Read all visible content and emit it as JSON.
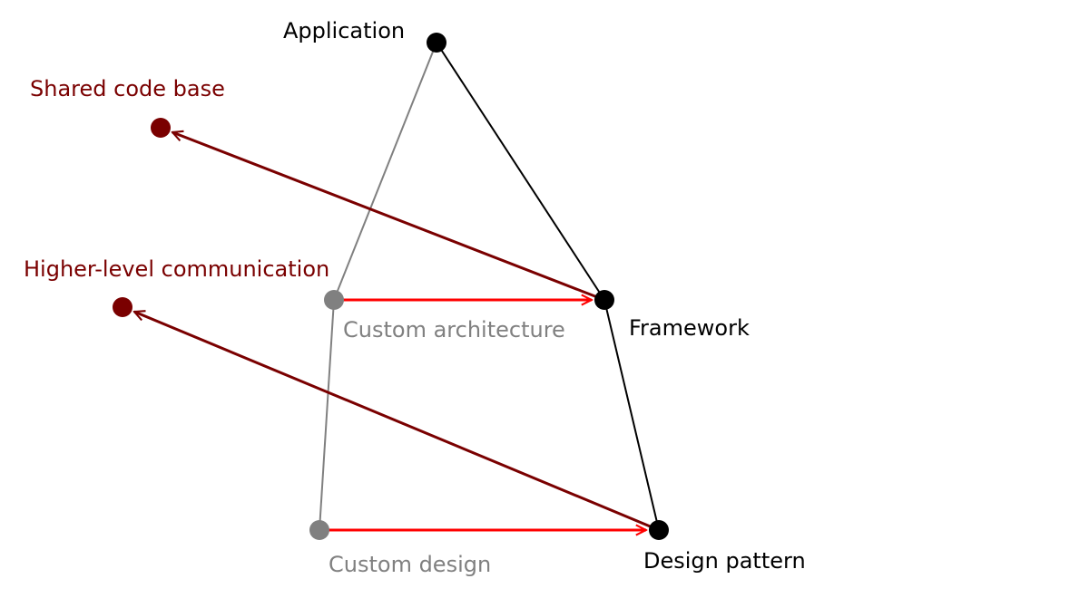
{
  "nodes": {
    "application": {
      "label": "Application"
    },
    "framework": {
      "label": "Framework"
    },
    "design_pattern": {
      "label": "Design pattern"
    },
    "custom_architecture": {
      "label": "Custom architecture"
    },
    "custom_design": {
      "label": "Custom design"
    },
    "shared_code_base": {
      "label": "Shared code base"
    },
    "higher_level_communication": {
      "label": "Higher-level communication"
    }
  },
  "colors": {
    "black": "#000000",
    "grey": "#808080",
    "red": "#ff0000",
    "maroon": "#7a0000"
  }
}
